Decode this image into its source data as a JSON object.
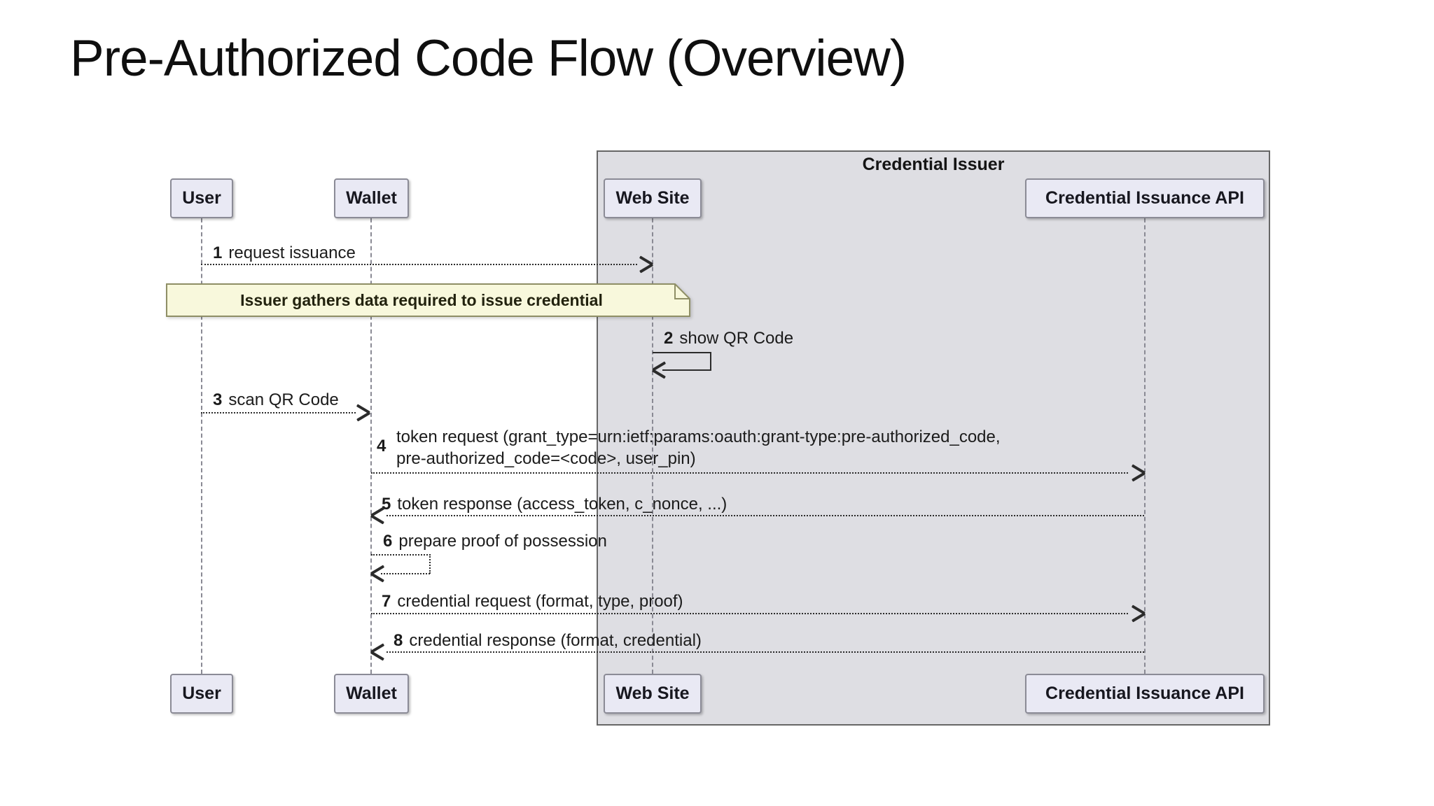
{
  "slide_title": "Pre-Authorized Code Flow (Overview)",
  "diagram": {
    "type": "sequence",
    "frame": {
      "label": "Credential Issuer",
      "contains": [
        "Web Site",
        "Credential Issuance API"
      ]
    },
    "participants": [
      {
        "label": "User"
      },
      {
        "label": "Wallet"
      },
      {
        "label": "Web Site"
      },
      {
        "label": "Credential Issuance API"
      }
    ],
    "note": {
      "text": "Issuer gathers data required to issue credential"
    },
    "messages": [
      {
        "num": "1",
        "text": "request issuance",
        "from": "User",
        "to": "Web Site",
        "style": "dotted"
      },
      {
        "num": "2",
        "text": "show QR Code",
        "from": "Web Site",
        "to": "Web Site",
        "style": "solid-self"
      },
      {
        "num": "3",
        "text": "scan QR Code",
        "from": "User",
        "to": "Wallet",
        "style": "dotted"
      },
      {
        "num": "4",
        "text": "token request (grant_type=urn:ietf:params:oauth:grant-type:pre-authorized_code,",
        "text_line2": "pre-authorized_code=<code>, user_pin)",
        "from": "Wallet",
        "to": "Credential Issuance API",
        "style": "dotted"
      },
      {
        "num": "5",
        "text": "token response (access_token, c_nonce, ...)",
        "from": "Credential Issuance API",
        "to": "Wallet",
        "style": "dotted"
      },
      {
        "num": "6",
        "text": "prepare proof of possession",
        "from": "Wallet",
        "to": "Wallet",
        "style": "dotted-self"
      },
      {
        "num": "7",
        "text": "credential request (format, type, proof)",
        "from": "Wallet",
        "to": "Credential Issuance API",
        "style": "dotted"
      },
      {
        "num": "8",
        "text": "credential response (format, credential)",
        "from": "Credential Issuance API",
        "to": "Wallet",
        "style": "dotted"
      }
    ],
    "colors": {
      "background": "#ffffff",
      "frame_fill": "#dedee3",
      "frame_border": "#666666",
      "participant_fill": "#e9e9f4",
      "participant_border": "#8b8b96",
      "note_fill": "#f8f8dc",
      "note_border": "#8f8f66",
      "arrow": "#2b2b2b",
      "lifeline": "#8a8a94"
    }
  }
}
